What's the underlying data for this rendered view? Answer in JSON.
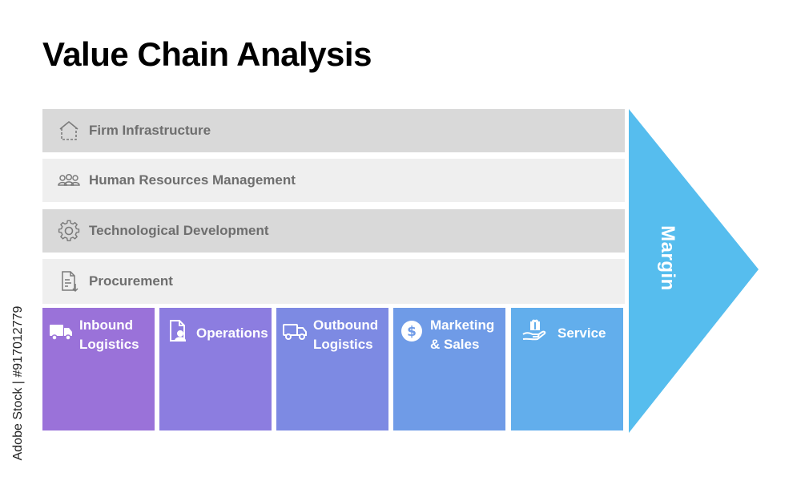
{
  "title": "Value Chain Analysis",
  "support_activities": [
    {
      "label": "Firm Infrastructure",
      "icon": "building-icon"
    },
    {
      "label": "Human Resources Management",
      "icon": "people-icon"
    },
    {
      "label": "Technological Development",
      "icon": "gear-icon"
    },
    {
      "label": "Procurement",
      "icon": "document-icon"
    }
  ],
  "primary_activities": [
    {
      "label_line1": "Inbound",
      "label_line2": "Logistics",
      "icon": "truck-icon"
    },
    {
      "label_line1": "Operations",
      "label_line2": "",
      "icon": "document-person-icon"
    },
    {
      "label_line1": "Outbound",
      "label_line2": "Logistics",
      "icon": "truck-icon"
    },
    {
      "label_line1": "Marketing",
      "label_line2": "& Sales",
      "icon": "dollar-coin-icon"
    },
    {
      "label_line1": "Service",
      "label_line2": "",
      "icon": "hand-gift-icon"
    }
  ],
  "margin_label": "Margin",
  "watermark": "Adobe Stock | #917012779",
  "colors": {
    "support_dark": "#d9d9d9",
    "support_light": "#efefef",
    "support_text": "#6e6e6e",
    "margin_arrow": "#56bdee",
    "primary_gradient": [
      "#9a72d9",
      "#8c7de0",
      "#7d8ae3",
      "#6f9be7",
      "#62aeec"
    ]
  }
}
